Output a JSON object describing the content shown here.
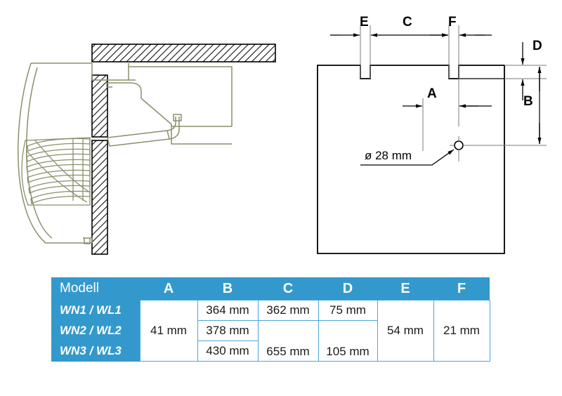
{
  "document": {
    "kind": "technical-dimension-drawing",
    "colors": {
      "table_header_blue": "#3399cc",
      "table_grid_blue": "#4da6d9",
      "appliance_outline": "#8a8f6a",
      "line_black": "#000000",
      "background": "#ffffff"
    }
  },
  "side_view": {
    "name": "side-section-view",
    "description": "Cross-section side view of wall mounted unit with hatched ceiling and hatched wall"
  },
  "front_view": {
    "name": "mounting-template-view",
    "hole_label": "ø 28 mm",
    "dimension_labels": {
      "e": "E",
      "c": "C",
      "f": "F",
      "a": "A",
      "d": "D",
      "b": "B"
    }
  },
  "table": {
    "caption": "Modell",
    "columns": [
      "Modell",
      "A",
      "B",
      "C",
      "D",
      "E",
      "F"
    ],
    "rows": [
      {
        "model": "WN1 / WL1",
        "a": "41 mm",
        "b": "364 mm",
        "c": "362 mm",
        "d": "75 mm",
        "e": "54 mm",
        "f": "21 mm"
      },
      {
        "model": "WN2 / WL2",
        "b": "378 mm"
      },
      {
        "model": "WN3 / WL3",
        "b": "430 mm",
        "c": "655 mm",
        "d": "105 mm"
      }
    ]
  }
}
